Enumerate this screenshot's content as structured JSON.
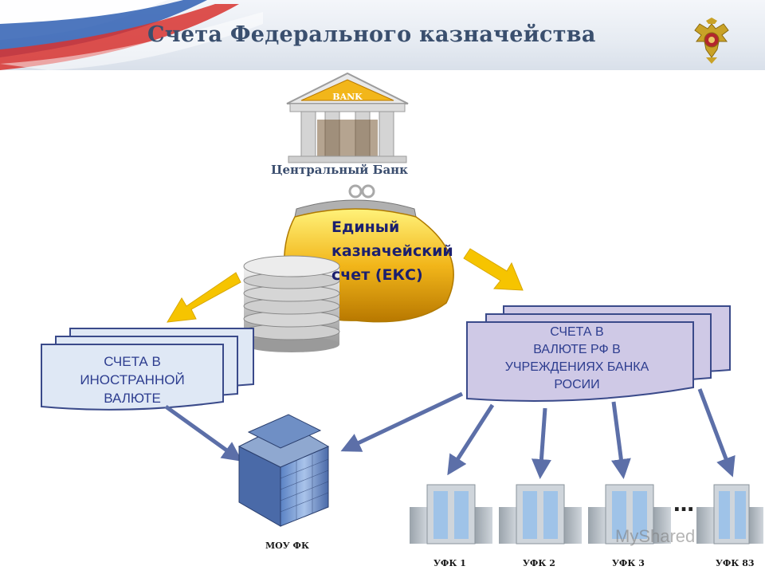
{
  "title": "Счета Федерального казначейства",
  "central_bank": {
    "label": "Центральный Банк",
    "sign": "BANK"
  },
  "eks": {
    "line1": "Единый",
    "line2": "казначейский",
    "line3": "счет (ЕКС)"
  },
  "foreign": {
    "line1": "СЧЕТА В",
    "line2": "ИНОСТРАННОЙ",
    "line3": "ВАЛЮТЕ"
  },
  "rub": {
    "line1": "СЧЕТА В",
    "line2": "ВАЛЮТЕ РФ  В",
    "line3": "УЧРЕЖДЕНИЯХ БАНКА",
    "line4": "РОСИИ"
  },
  "mou": {
    "label": "МОУ ФК"
  },
  "ufk": [
    {
      "label": "УФК 1"
    },
    {
      "label": "УФК 2"
    },
    {
      "label": "УФК 3"
    },
    {
      "label": "УФК 83"
    }
  ],
  "ellipsis": "…",
  "watermark": "MyShared",
  "colors": {
    "title": "#3a4f6e",
    "box_fill": "#cfc9e6",
    "box_border": "#3a4a8a",
    "foreign_fill": "#dfe8f5",
    "arrow_yellow": "#f6c400",
    "arrow_blue": "#5c6fa8"
  }
}
